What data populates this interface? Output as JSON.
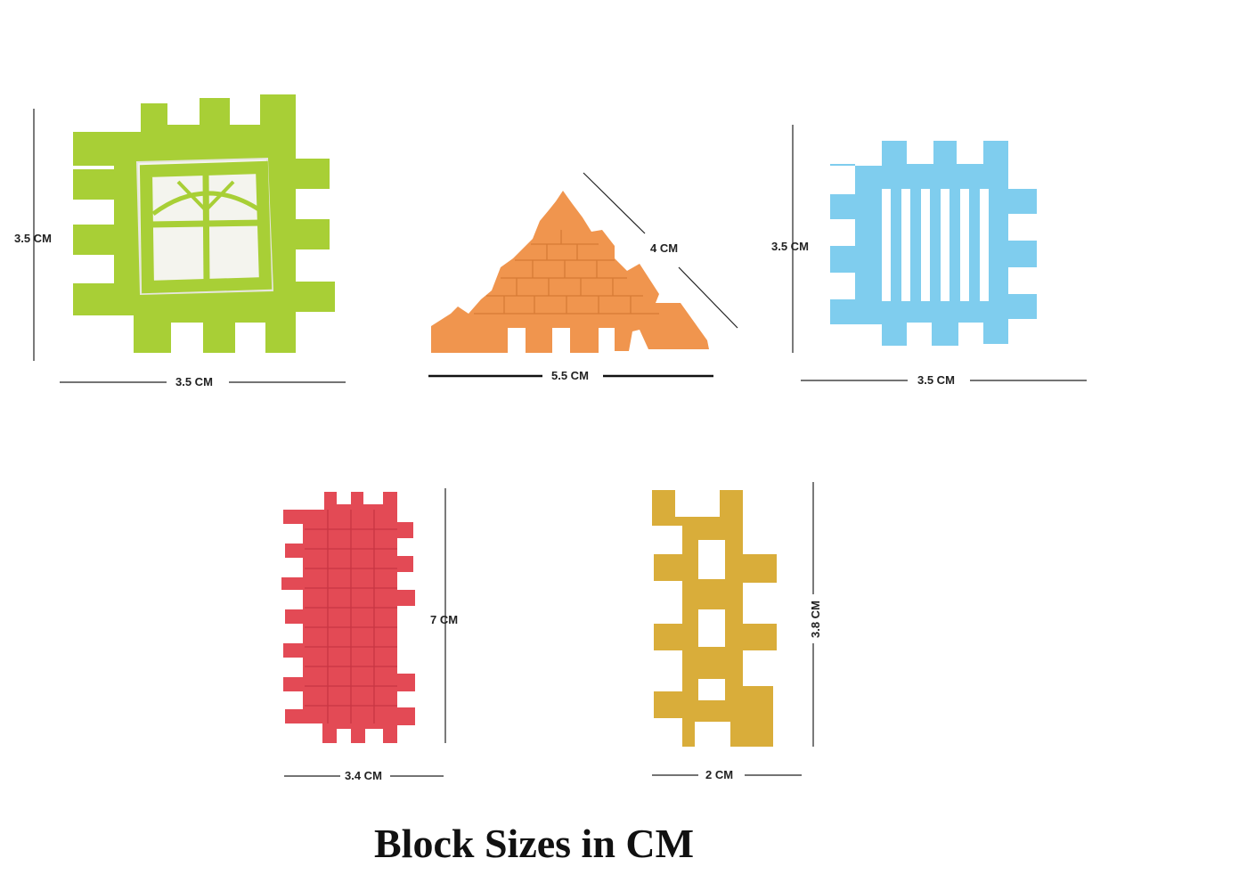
{
  "title": "Block Sizes in CM",
  "colors": {
    "green": "#a8cf36",
    "white_window": "#f4f4ee",
    "orange": "#f0954e",
    "blue": "#7fcdee",
    "red": "#e34a55",
    "yellow": "#d9ad3a"
  },
  "blocks": {
    "window": {
      "height": "3.5 CM",
      "width": "3.5 CM"
    },
    "triangle": {
      "side": "4 CM",
      "base": "5.5 CM"
    },
    "grill": {
      "height": "3.5 CM",
      "width": "3.5 CM"
    },
    "brick": {
      "height": "7 CM",
      "width": "3.4 CM"
    },
    "ladder": {
      "height": "3.8 CM",
      "width": "2 CM"
    }
  }
}
